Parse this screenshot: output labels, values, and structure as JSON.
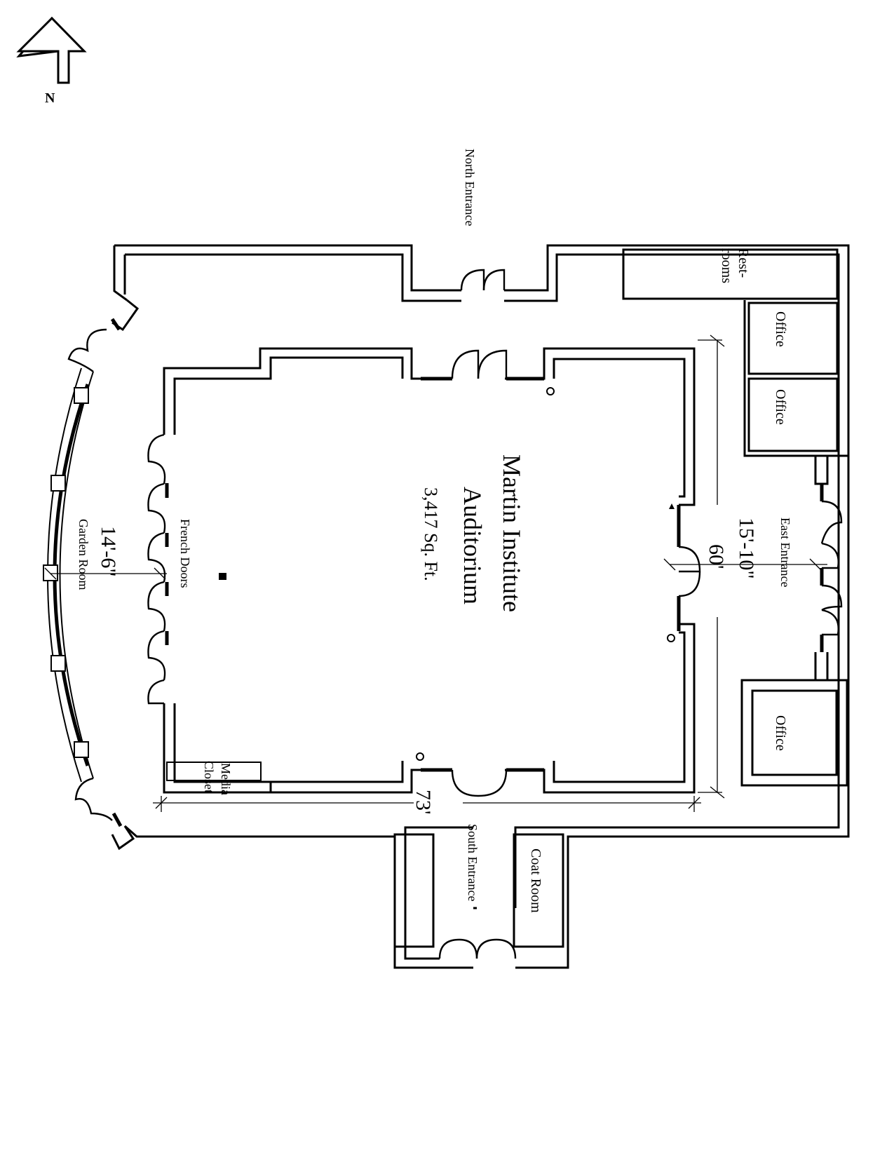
{
  "compass": {
    "icon": "north-arrow-icon",
    "label": "N"
  },
  "auditorium": {
    "name_line1": "Martin Institute",
    "name_line2": "Auditorium",
    "area": "3,417 Sq. Ft."
  },
  "rooms": {
    "restrooms_line1": "Rest-",
    "restrooms_line2": "rooms",
    "office_1": "Office",
    "office_2": "Office",
    "office_3": "Office",
    "coat_room": "Coat Room",
    "media_closet_line1": "Media",
    "media_closet_line2": "Closet",
    "garden_room": "Garden Room"
  },
  "entrances": {
    "north": "North Entrance",
    "east": "East Entrance",
    "south": "South Entrance",
    "french_doors": "French Doors"
  },
  "dimensions": {
    "width": "60'",
    "length": "73'",
    "east_corridor": "15'-10\"",
    "garden_room": "14'-6\""
  }
}
